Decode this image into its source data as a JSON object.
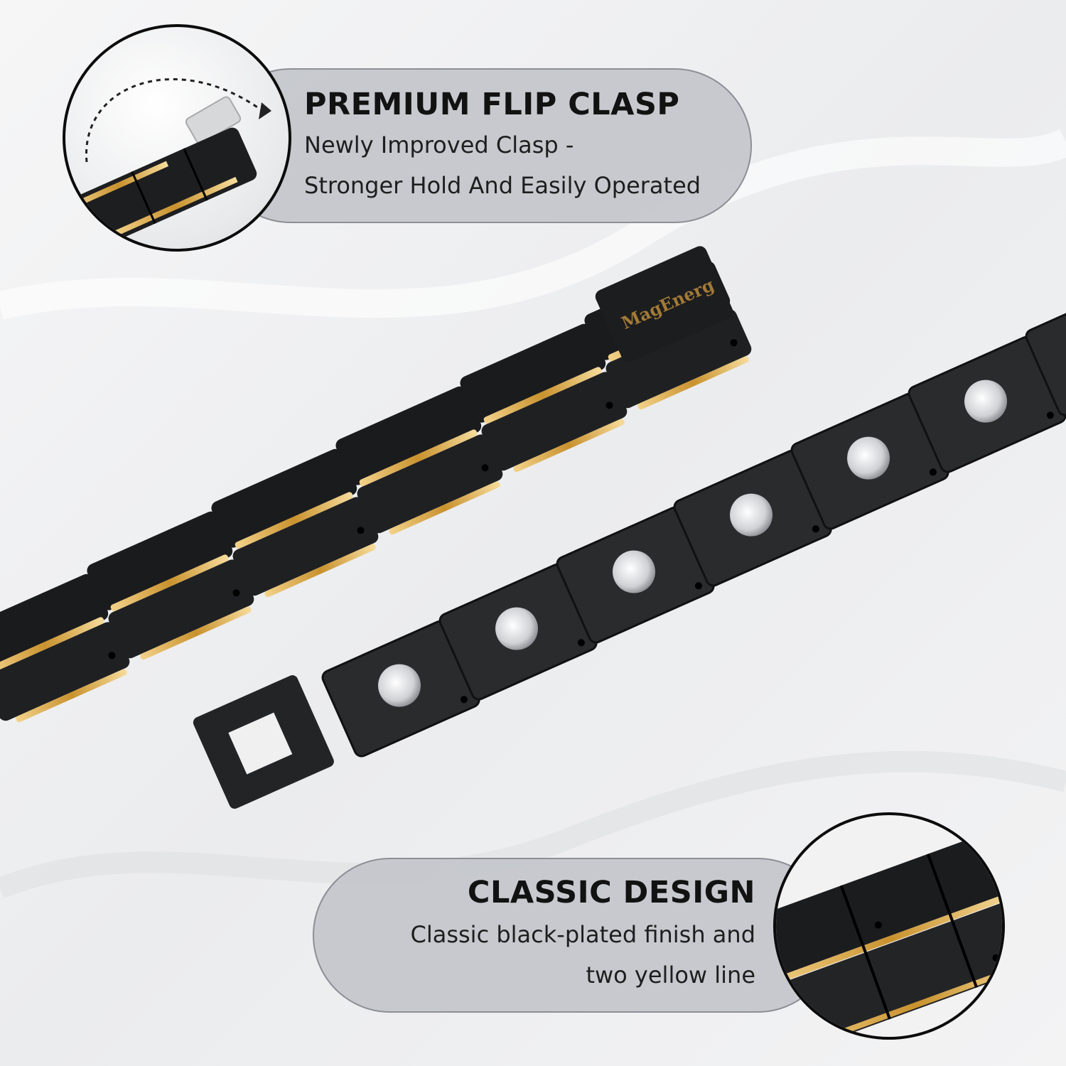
{
  "callouts": {
    "clasp": {
      "title": "PREMIUM FLIP CLASP",
      "line1": "Newly Improved Clasp -",
      "line2": "Stronger Hold And Easily Operated"
    },
    "design": {
      "title": "CLASSIC DESIGN",
      "line1": "Classic black-plated finish and",
      "line2": "two yellow line"
    }
  },
  "brand_engraving": "MagEnerg",
  "colors": {
    "link_black": "#1f2022",
    "gold_accent": "#d9a441",
    "callout_bg": "#c4c6cb",
    "background": "#f2f2f2"
  }
}
